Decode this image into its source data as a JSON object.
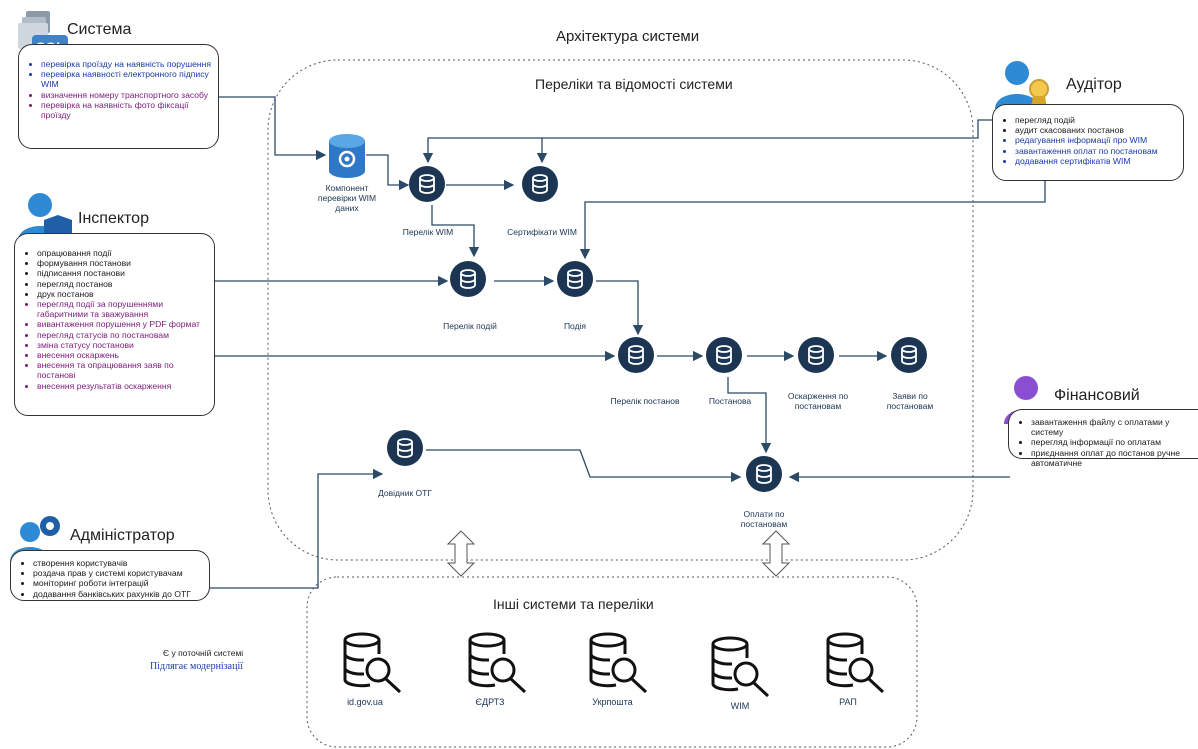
{
  "title": "Архітектура системи",
  "inner_title": "Переліки та відомості системи",
  "other_title": "Інші системи та переліки",
  "colors": {
    "node": "#1b3553",
    "line": "#2b4a66",
    "blue_text": "#1a3aa8",
    "purple_text": "#7a1a7a"
  },
  "roles": {
    "system": {
      "title": "Система",
      "icon": "sql-server-icon",
      "items": [
        "перевірка проїзду на наявність порушення",
        "перевірка наявності електронного підпису  WIM",
        "визначення номеру транспортного засобу",
        "перевірка на наявність фото фіксації проїзду"
      ]
    },
    "inspector": {
      "title": "Інспектор",
      "icon": "inspector-user-icon",
      "items": [
        "опрацювання події",
        "формування постанови",
        "підписання постанови",
        "перегляд постанов",
        "друк постанов",
        "перегляд події за порушеннями габаритними та зважування",
        "вивантаження порушення у PDF формат",
        "перегляд статусів по постановам",
        "зміна статусу постанови",
        "внесення оскаржень",
        "внесення та опрацювання заяв по постанові",
        "внесення результатів оскарження"
      ]
    },
    "admin": {
      "title": "Адміністратор",
      "icon": "admin-gear-user-icon",
      "items": [
        "створення користувачів",
        "роздача прав у системі користувачам",
        "моніторинг роботи інтеграцій",
        "додавання банківських рахунків до ОТГ"
      ]
    },
    "auditor": {
      "title": "Аудітор",
      "icon": "auditor-badge-user-icon",
      "items": [
        "перегляд подій",
        "аудит скасованих постанов",
        "редагування інформації про WIM",
        "завантаження оплат по постановам",
        "додавання сертифікатів WIM"
      ]
    },
    "fin": {
      "title": "Фінансовий аудитор",
      "icon": "finance-user-icon",
      "items": [
        "завантаження файлу с оплатами у систему",
        "перегляд інформації по оплатам",
        "приєднання оплат до постанов ручне автоматичне"
      ]
    }
  },
  "nodes": {
    "wim_check": "Компонент перевірки WIM даних",
    "wim_list": "Перелік WIM",
    "wim_certs": "Сертифікати WIM",
    "events_list": "Перелік подій",
    "event": "Подія",
    "decisions_list": "Перелік постанов",
    "decision": "Постанова",
    "appeals": "Оскарження по постановам",
    "claims": "Заяви по постановам",
    "otg": "Довідник ОТГ",
    "payments": "Оплати по постановам"
  },
  "external": [
    "id.gov.ua",
    "ЄДРТЗ",
    "Укрпошта",
    "WIM",
    "РАП"
  ],
  "legend": {
    "existing": "Є у поточній системі",
    "upgrade": "Підлягає модернізації"
  }
}
